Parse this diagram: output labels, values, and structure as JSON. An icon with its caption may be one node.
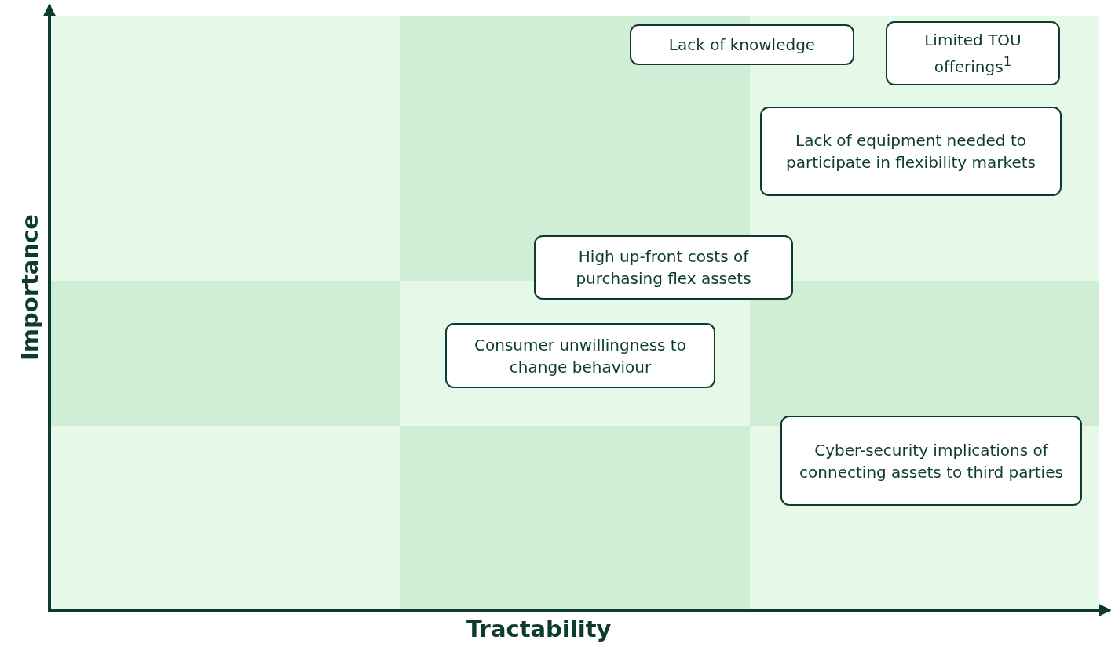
{
  "diagram": {
    "nodes": [
      {
        "text": [
          "Lack of knowledge"
        ]
      },
      {
        "text": [
          "Limited TOU offerings$^{1}$"
        ]
      },
      {
        "text": [
          "Lack of equipment needed to participate in flexibility markets"
        ]
      },
      {
        "text": [
          "High up-front costs of purchasing flex assets"
        ]
      },
      {
        "text": [
          "Consumer unwillingness to change behaviour"
        ]
      },
      {
        "text": [
          "Cyber-security implications of connecting assets to third parties"
        ]
      }
    ],
    "labels": [
      "Importance",
      "Tractability"
    ]
  }
}
